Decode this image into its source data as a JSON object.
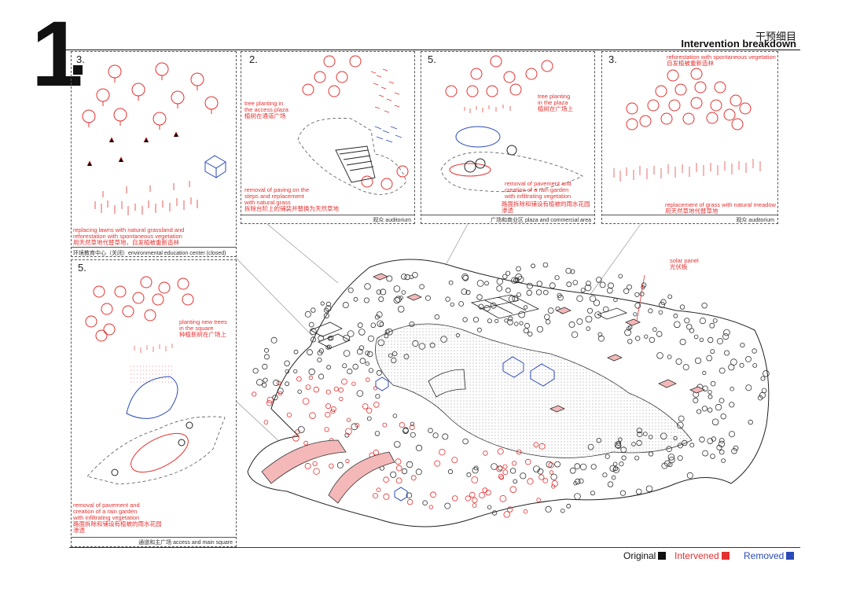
{
  "header": {
    "section_number": "1",
    "title_cn": "干预细目",
    "title_en": "Intervention breakdown"
  },
  "panels": [
    {
      "id": "p1",
      "number": "3.",
      "labels": [
        "replacing lawns with natural grassland and",
        "reforestation with spontaneous vegetation",
        "用天然草地代替草地，自发植被重新造林"
      ],
      "caption": "环境教育中心（关闭）environmental education center (closed)"
    },
    {
      "id": "p2",
      "number": "2.",
      "labels_a": [
        "tree planting in",
        "the access plaza",
        "植树在通道广场"
      ],
      "labels_b": [
        "removal of paving on the",
        "steps and replacement",
        "with natural grass",
        "拆除台阶上的铺装并替换为天然草地"
      ],
      "caption": "观众 auditorium"
    },
    {
      "id": "p3",
      "number": "5.",
      "labels_a": [
        "tree planting",
        "in the plaza",
        "植树在广场上"
      ],
      "labels_b": [
        "removal of pavement and",
        "creation of a rain garden",
        "with infiltrating vegetation",
        "路面拆除和铺设有植被的雨水花园",
        "渗透"
      ],
      "caption": "广场和商业区  plaza and commercial area"
    },
    {
      "id": "p4",
      "number": "3.",
      "labels_a": [
        "reforestation with spontaneous vegetation",
        "自发植被重新造林"
      ],
      "labels_b": [
        "replacement of grass with natural meadow",
        "用天然草地代替草地"
      ],
      "caption": "观众 auditorium"
    },
    {
      "id": "p5",
      "number": "5.",
      "labels_a": [
        "planting new trees",
        "in the square",
        "种植新树在广场上"
      ],
      "labels_b": [
        "removal of pavement and",
        "creation of a rain garden",
        "with infiltrating vegetation",
        "路面拆除和铺设有植被的雨水花园",
        "渗透"
      ],
      "caption": "通道和主广场 access and main square"
    }
  ],
  "annotation": {
    "solar_en": "solar panel",
    "solar_cn": "光伏板"
  },
  "legend": {
    "original": "Original",
    "intervened": "Intervened",
    "removed": "Removed",
    "colors": {
      "original": "#111111",
      "intervened": "#e53030",
      "removed": "#2a4bb8"
    }
  }
}
